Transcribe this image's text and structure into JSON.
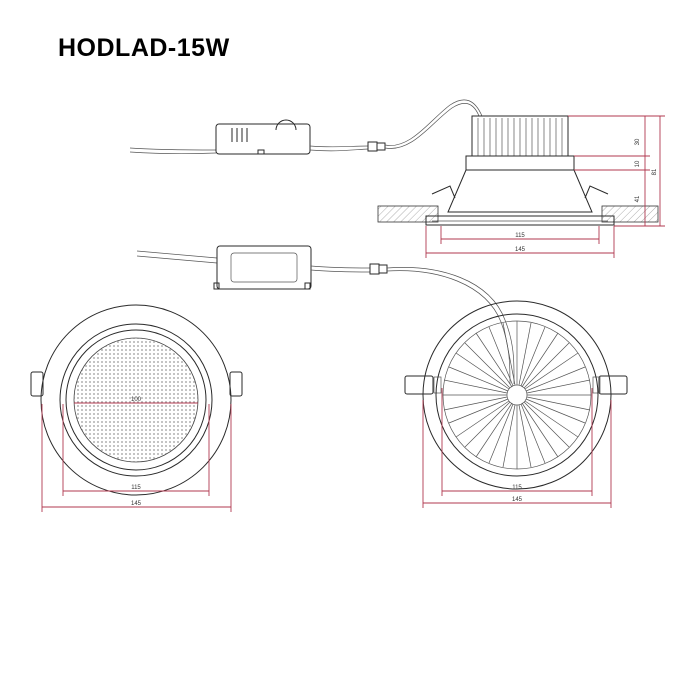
{
  "title": "HODLAD-15W",
  "dimensions": {
    "side_inner": "115",
    "side_outer": "145",
    "height_fins": "30",
    "height_mid": "10",
    "height_base": "41",
    "height_total": "81",
    "front_lens": "100",
    "front_inner": "115",
    "front_outer": "145",
    "back_inner": "115",
    "back_outer": "145"
  },
  "colors": {
    "dimension": "#b0384f",
    "line": "#2a2a2a"
  }
}
